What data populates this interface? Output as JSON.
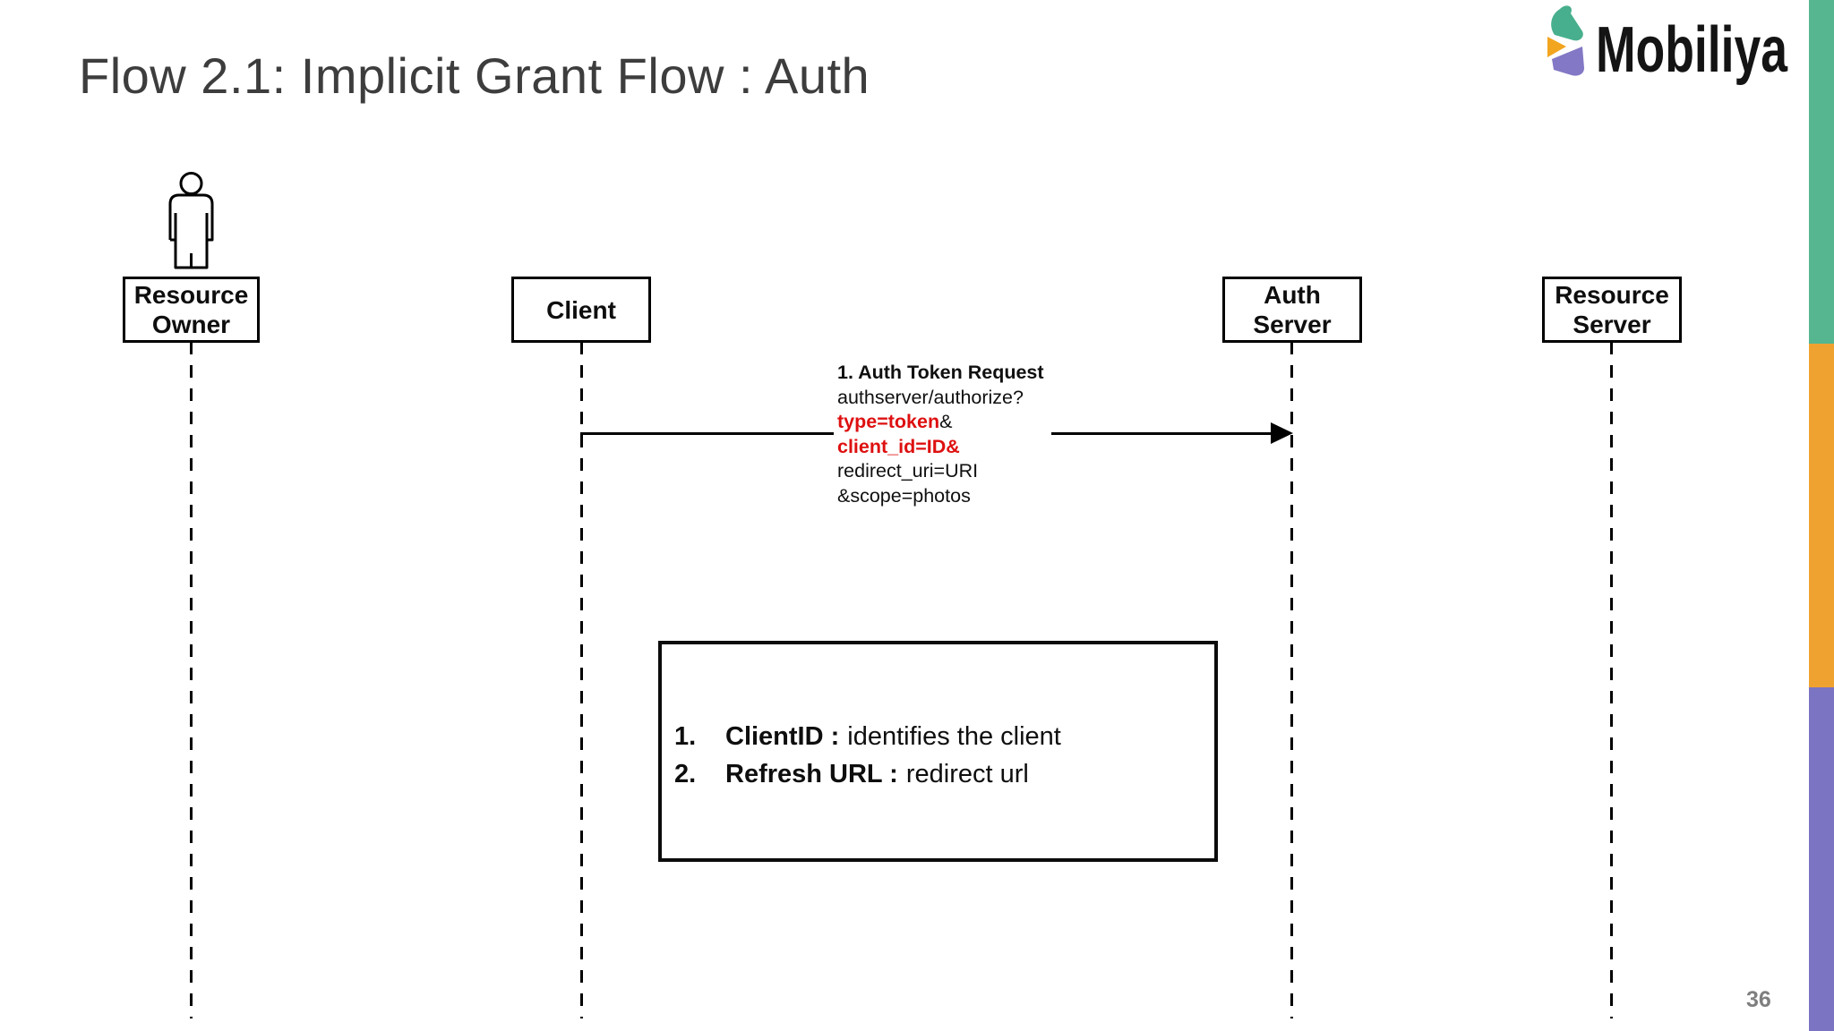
{
  "slide": {
    "title": "Flow 2.1: Implicit Grant Flow : Auth",
    "page_number": "36"
  },
  "logo": {
    "wordmark": "Mobiliya",
    "mark_icon": "three-leaf-mark"
  },
  "colors": {
    "title_text": "#3D3D3D",
    "highlight_red": "#DE1010",
    "page_number_gray": "#7F7F7F",
    "accent_teal": "#56B690",
    "accent_orange": "#F0A231",
    "accent_purple": "#7B74C3",
    "logo_teal": "#47AF8D",
    "logo_yellow": "#F2A51F",
    "logo_purple": "#8278C5",
    "logo_text": "#141414"
  },
  "diagram": {
    "lifelines": [
      {
        "id": "resource-owner",
        "line1": "Resource",
        "line2": "Owner",
        "icon": "person-icon"
      },
      {
        "id": "client",
        "line1": "Client",
        "line2": ""
      },
      {
        "id": "auth-server",
        "line1": "Auth",
        "line2": "Server"
      },
      {
        "id": "resource-server",
        "line1": "Resource",
        "line2": "Server"
      }
    ],
    "message": {
      "title": "1. Auth Token Request",
      "line2": "authserver/authorize?",
      "line3_highlight": "type=token",
      "line3_rest": "&",
      "line4_highlight": "client_id=ID&",
      "line5": "redirect_uri=URI",
      "line6": "&scope=photos"
    },
    "note": {
      "items": [
        {
          "number": "1.",
          "label": "ClientID :",
          "text": "identifies the client"
        },
        {
          "number": "2.",
          "label": "Refresh URL :",
          "text": "redirect url"
        }
      ]
    }
  }
}
